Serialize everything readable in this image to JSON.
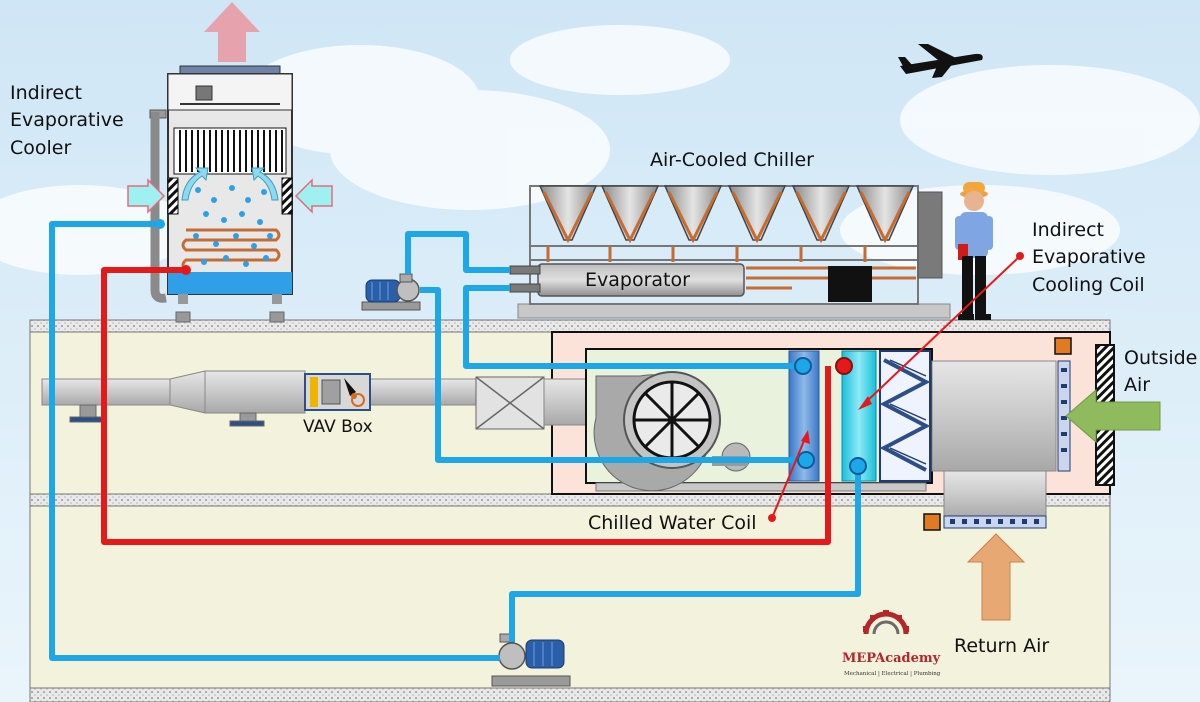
{
  "labels": {
    "indirect_evaporative_cooler": [
      "Indirect",
      "Evaporative",
      "Cooler"
    ],
    "air_cooled_chiller": "Air-Cooled Chiller",
    "evaporator": "Evaporator",
    "indirect_evaporative_cooling_coil": [
      "Indirect",
      "Evaporative",
      "Cooling Coil"
    ],
    "outside_air": [
      "Outside",
      "Air"
    ],
    "vav_box": "VAV Box",
    "chilled_water_coil": "Chilled Water Coil",
    "return_air": "Return Air"
  },
  "logo": {
    "name": "MEPAcademy",
    "tagline": "Mechanical | Electrical | Plumbing"
  },
  "colors": {
    "sky": "#d7eaf6",
    "cold_water": "#1ea7e8",
    "hot_water": "#e51919",
    "outside_air_arrow": "#8fba5e",
    "return_air_arrow": "#e8a873",
    "exhaust_arrow": "#e7a3ad"
  }
}
